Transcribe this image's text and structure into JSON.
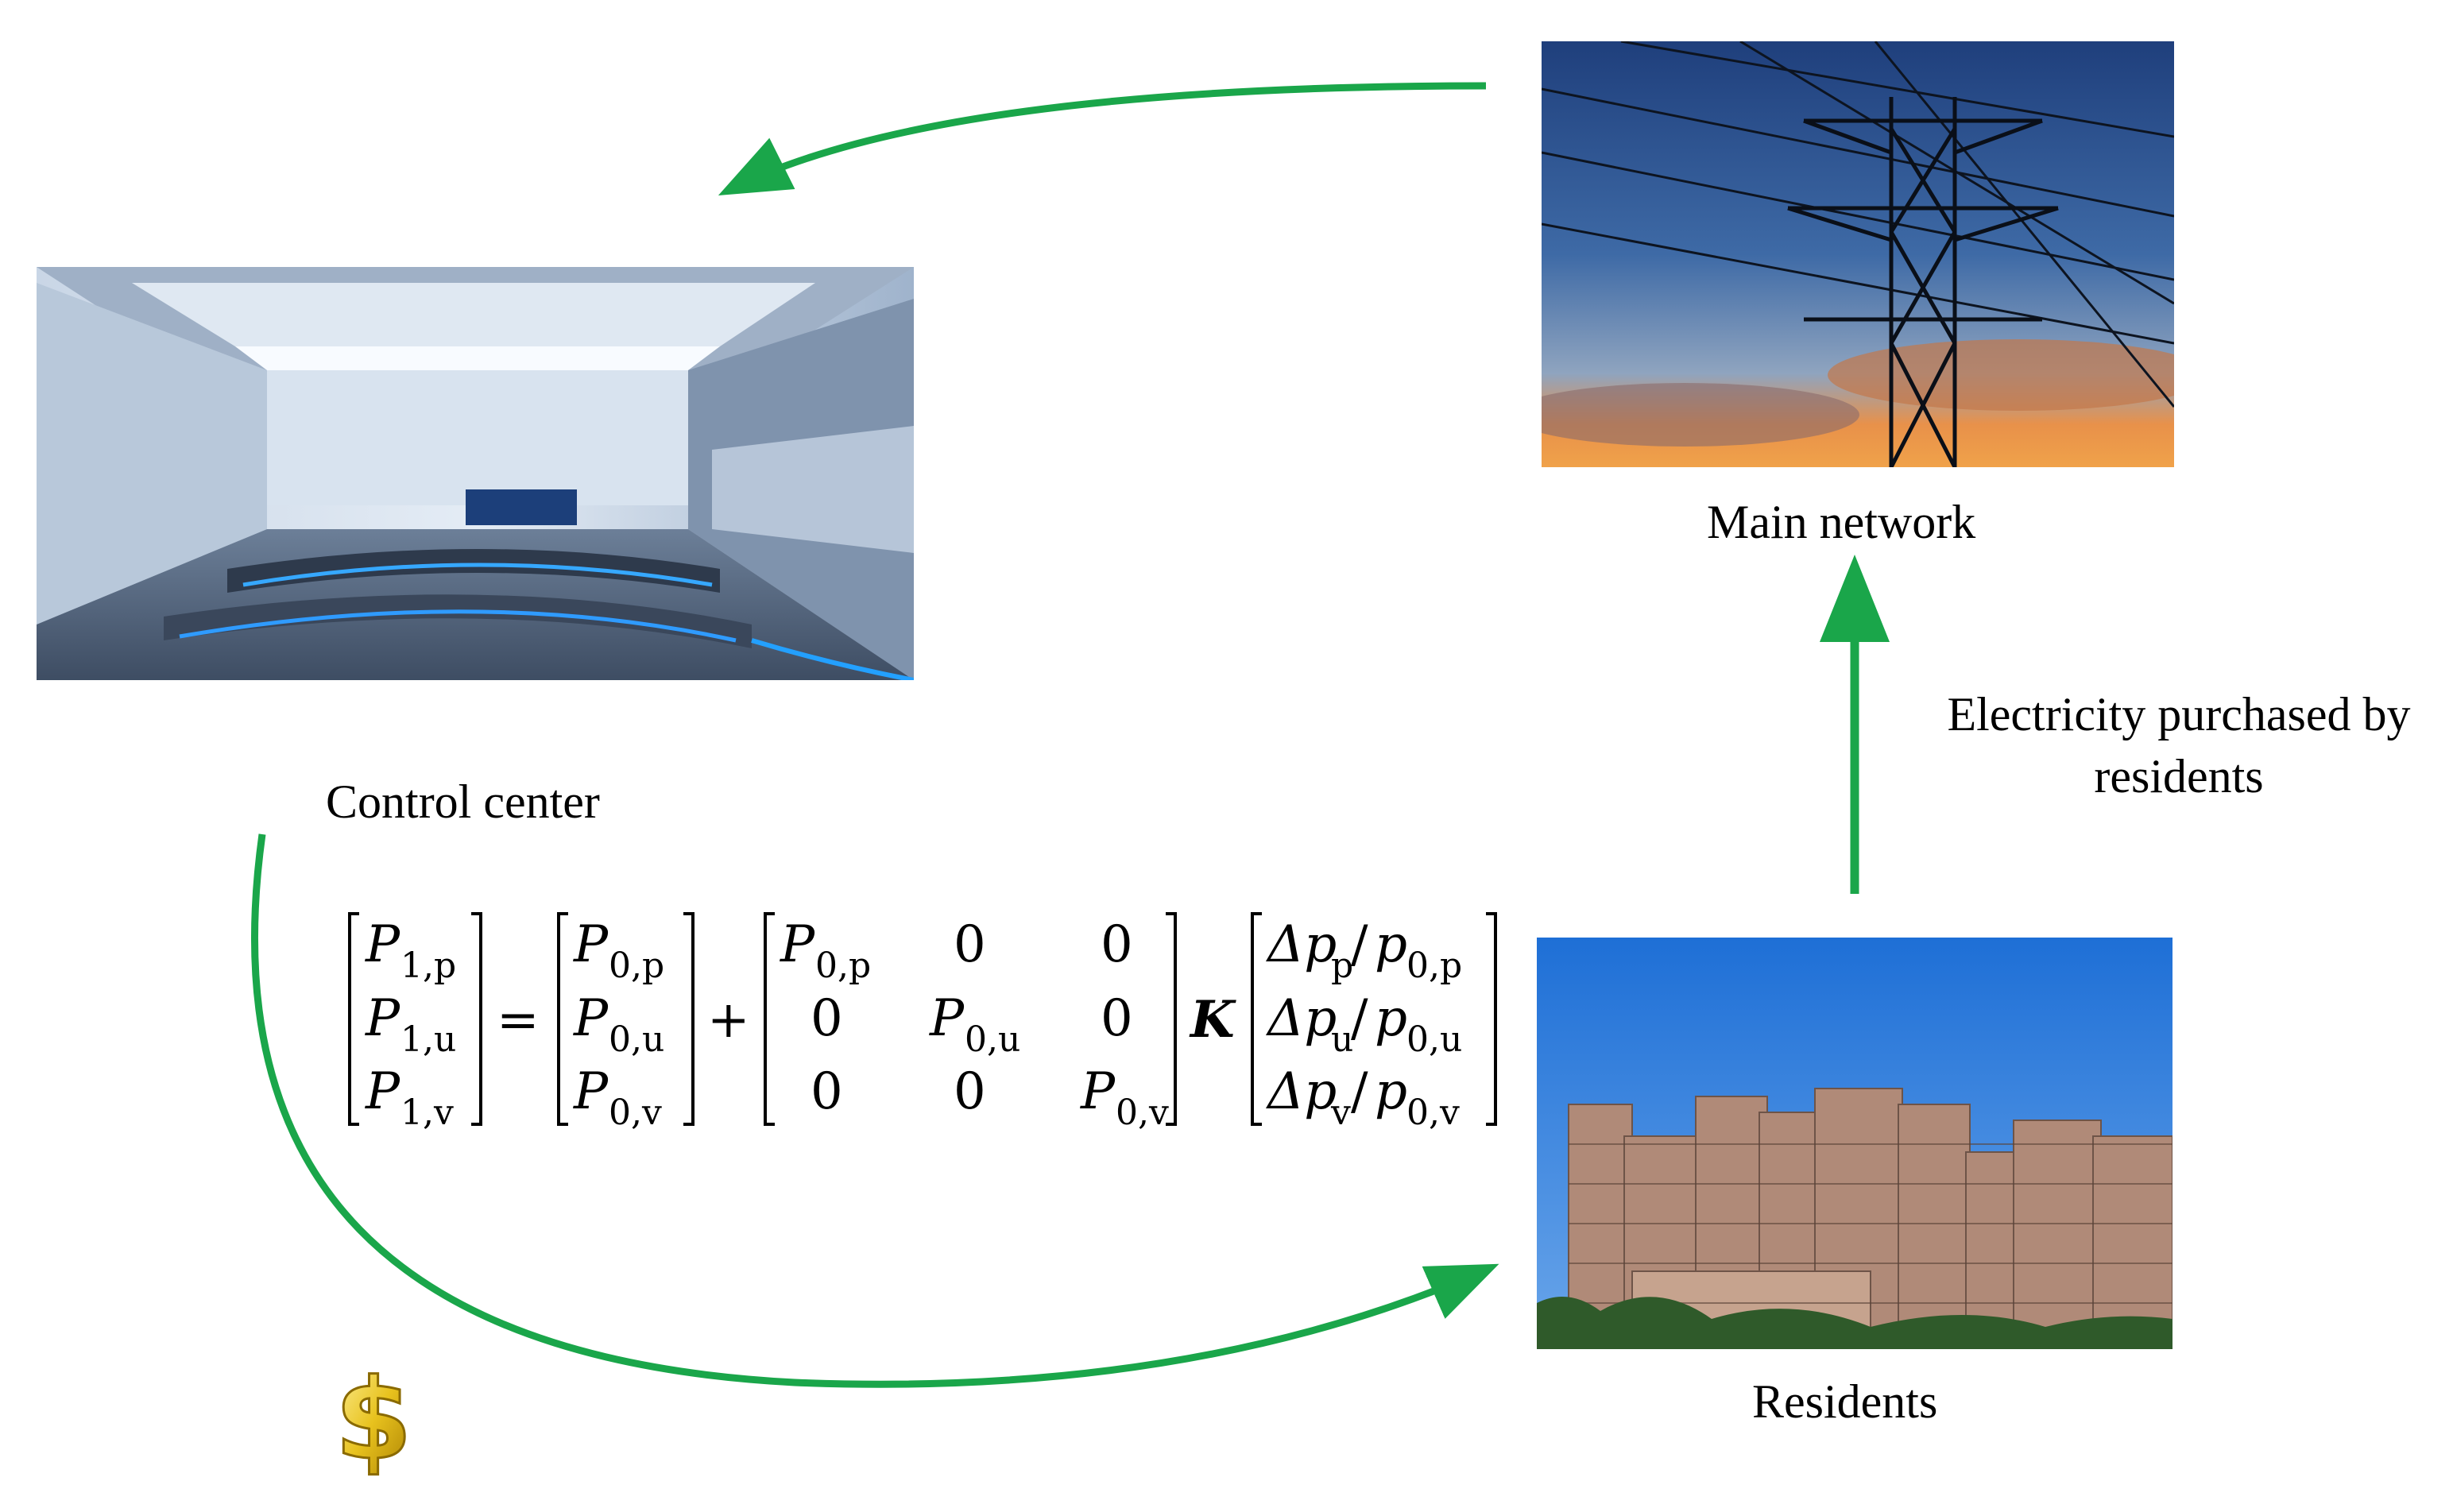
{
  "labels": {
    "control_center": "Control center",
    "main_network": "Main network",
    "residents": "Residents",
    "purchase_line1": "Electricity purchased by",
    "purchase_line2": "residents"
  },
  "equation": {
    "lhs": [
      "P",
      "P",
      "P"
    ],
    "lhs_sub": [
      "1,p",
      "1,u",
      "1,v"
    ],
    "base": [
      "P",
      "P",
      "P"
    ],
    "base_sub": [
      "0,p",
      "0,u",
      "0,v"
    ],
    "diag": [
      "P",
      "P",
      "P"
    ],
    "diag_sub": [
      "0,p",
      "0,u",
      "0,v"
    ],
    "zero": "0",
    "equals": "=",
    "plus": "+",
    "K": "K",
    "delta": [
      "Δp",
      "Δp",
      "Δp"
    ],
    "delta_sub": [
      "p",
      "u",
      "v"
    ],
    "slash": "/",
    "ratio": [
      "p",
      "p",
      "p"
    ],
    "ratio_sub": [
      "0,p",
      "0,u",
      "0,v"
    ]
  },
  "icons": {
    "money": "dollar-sign-icon"
  },
  "colors": {
    "arrow": "#1aa64a",
    "dollar": "#e8c21e"
  }
}
